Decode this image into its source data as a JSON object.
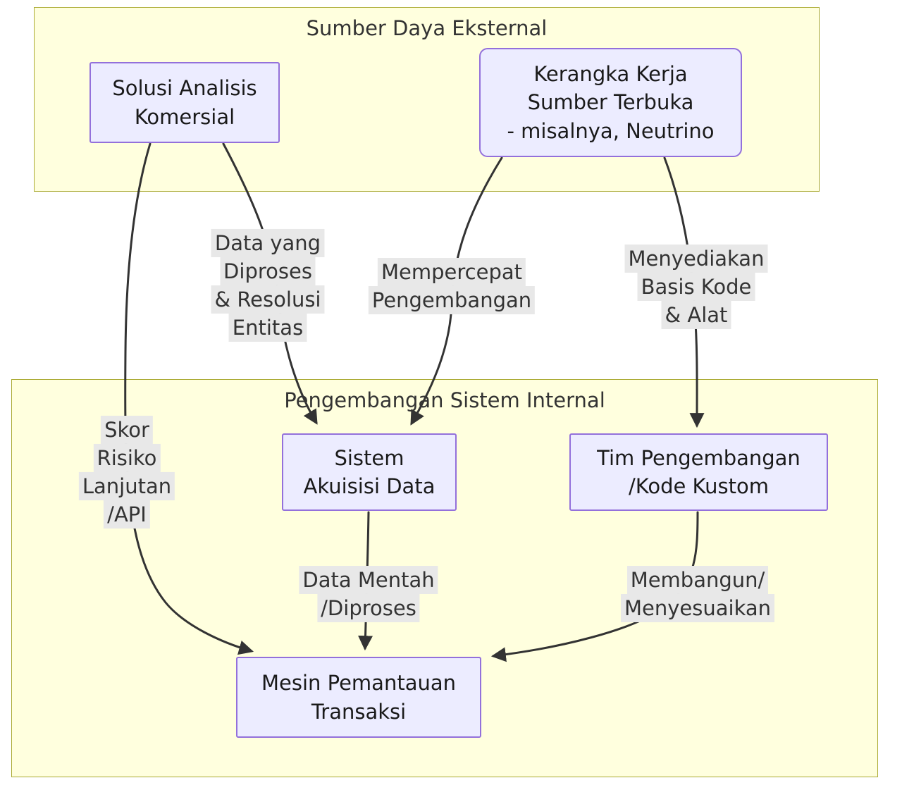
{
  "clusters": {
    "external": {
      "title": "Sumber Daya Eksternal"
    },
    "internal": {
      "title": "Pengembangan Sistem Internal"
    }
  },
  "nodes": {
    "commercial": {
      "lines": [
        "Solusi Analisis",
        "Komersial"
      ]
    },
    "open_source": {
      "lines": [
        "Kerangka Kerja",
        "Sumber Terbuka",
        "- misalnya, Neutrino"
      ]
    },
    "data_acquisition": {
      "lines": [
        "Sistem",
        "Akuisisi Data"
      ]
    },
    "dev_team": {
      "lines": [
        "Tim Pengembangan",
        "/Kode Kustom"
      ]
    },
    "monitoring_engine": {
      "lines": [
        "Mesin Pemantauan",
        "Transaksi"
      ]
    }
  },
  "edge_labels": {
    "processed_data": {
      "lines": [
        "Data yang",
        "Diproses",
        "& Resolusi",
        "Entitas"
      ]
    },
    "accelerate": {
      "lines": [
        "Mempercepat",
        "Pengembangan"
      ]
    },
    "codebase": {
      "lines": [
        "Menyediakan",
        "Basis Kode",
        "& Alat"
      ]
    },
    "risk_score": {
      "lines": [
        "Skor",
        "Risiko",
        "Lanjutan",
        "/API"
      ]
    },
    "raw_data": {
      "lines": [
        "Data Mentah",
        "/Diproses"
      ]
    },
    "build_customize": {
      "lines": [
        "Membangun/",
        "Menyesuaikan"
      ]
    }
  },
  "colors": {
    "cluster_fill": "#ffffde",
    "cluster_border": "#aaaa33",
    "node_fill": "#ECECFF",
    "node_border": "#9370DB",
    "edge_label_bg": "#e8e8e8",
    "arrow": "#333333",
    "text": "#333333"
  }
}
